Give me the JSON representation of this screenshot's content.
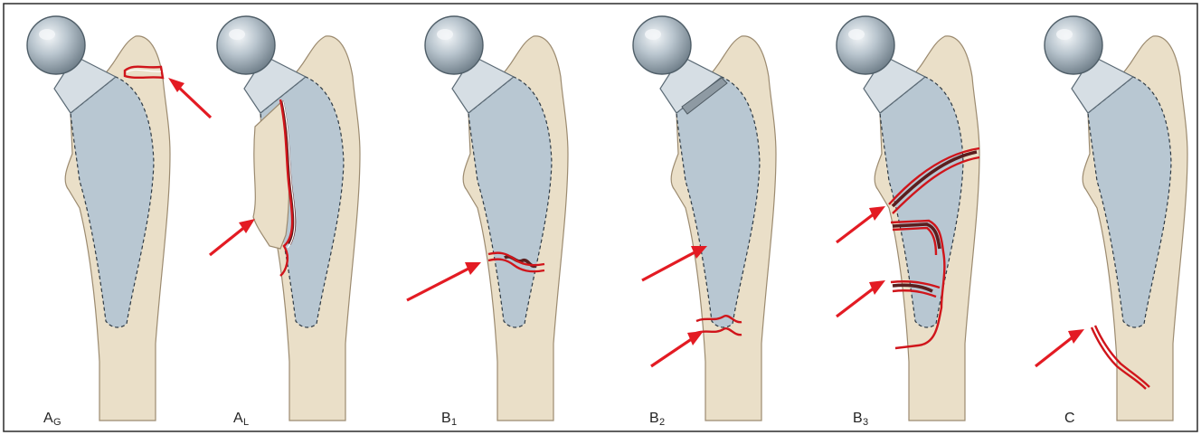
{
  "panels": [
    {
      "id": "AG",
      "main": "A",
      "sub": "G"
    },
    {
      "id": "AL",
      "main": "A",
      "sub": "L"
    },
    {
      "id": "B1",
      "main": "B",
      "sub": "1"
    },
    {
      "id": "B2",
      "main": "B",
      "sub": "2"
    },
    {
      "id": "B3",
      "main": "B",
      "sub": "3"
    },
    {
      "id": "C",
      "main": "C",
      "sub": ""
    }
  ],
  "colors": {
    "bone": "#eadfc8",
    "stem": "#b8c7d2",
    "fracture": "#d0151b",
    "arrow": "#e31b23",
    "frame": "#2b2b2b"
  }
}
